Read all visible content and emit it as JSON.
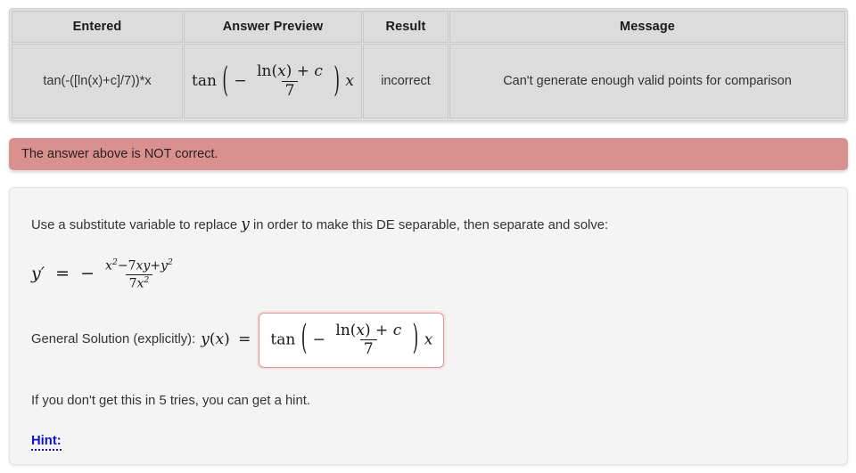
{
  "results_table": {
    "headers": [
      "Entered",
      "Answer Preview",
      "Result",
      "Message"
    ],
    "rows": [
      {
        "entered": "tan(-([ln(x)+c]/7))*x",
        "answer_preview_tex": "\\tan\\left(-\\frac{\\ln(x)+c}{7}\\right)x",
        "answer_preview_parts": {
          "func": "tan",
          "minus": "−",
          "numerator": "ln(x) + c",
          "denominator": "7",
          "trailing": "x"
        },
        "result": "incorrect",
        "message": "Can't generate enough valid points for comparison"
      }
    ]
  },
  "alert": {
    "text": "The answer above is NOT correct.",
    "type": "error"
  },
  "problem": {
    "prompt_before_var": "Use a substitute variable to replace",
    "prompt_var": "y",
    "prompt_after_var": "in order to make this DE separable, then separate and solve:",
    "equation_parts": {
      "lhs": "y′",
      "equals": "=",
      "minus": "−",
      "numerator": "x²−7xy+y²",
      "denominator": "7x²"
    },
    "solution_label": "General Solution (explicitly):",
    "solution_lhs": "y(x) =",
    "answer_value_tex": "\\tan\\left(-\\frac{\\ln(x)+c}{7}\\right)x",
    "answer_value_parts": {
      "func": "tan",
      "minus": "−",
      "numerator": "ln(x) + c",
      "denominator": "7",
      "trailing": "x"
    },
    "tries_text": "If you don't get this in 5 tries, you can get a hint.",
    "tries_count": "5",
    "hint_label": "Hint:"
  },
  "colors": {
    "incorrect_cell_bg": "#d6908f",
    "incorrect_text": "#2b2b8f",
    "message_cell_bg": "#ece270",
    "header_bg": "#dcdcdc",
    "alert_bg": "#d9918f",
    "card_bg": "#f4f4f4",
    "answer_box_border": "#e39492",
    "hint_link": "#1010cf"
  }
}
